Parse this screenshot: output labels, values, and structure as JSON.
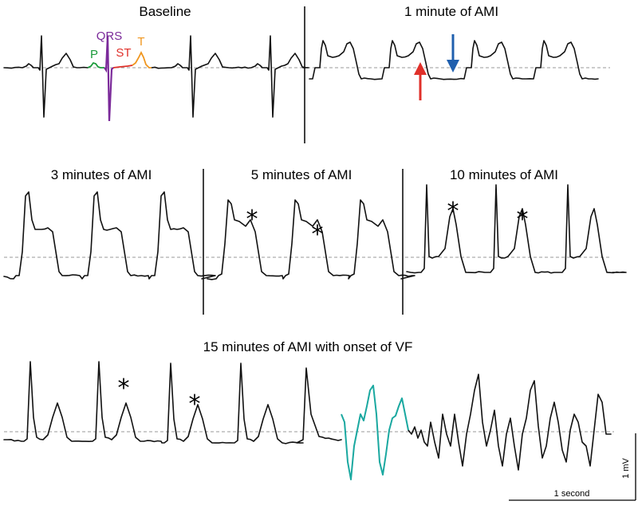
{
  "panels": {
    "baseline": "Baseline",
    "ami_1": "1 minute of AMI",
    "ami_3": "3 minutes of AMI",
    "ami_5": "5 minutes of AMI",
    "ami_10": "10 minutes of AMI",
    "ami_15": "15 minutes of AMI with onset of VF"
  },
  "wave_labels": {
    "p": "P",
    "qrs": "QRS",
    "st": "ST",
    "t": "T"
  },
  "annotations": {
    "star": "*"
  },
  "scale_bar": {
    "time": "1 second",
    "voltage": "1 mV"
  },
  "colors": {
    "trace": "#111111",
    "p_wave": "#1a9a3a",
    "qrs": "#7b2a9a",
    "st": "#e0302a",
    "t_wave": "#f0961e",
    "vf_onset": "#1aa8a0",
    "red_arrow": "#e0302a",
    "blue_arrow": "#1f5fae",
    "baseline_line": "#9a9a9a"
  }
}
